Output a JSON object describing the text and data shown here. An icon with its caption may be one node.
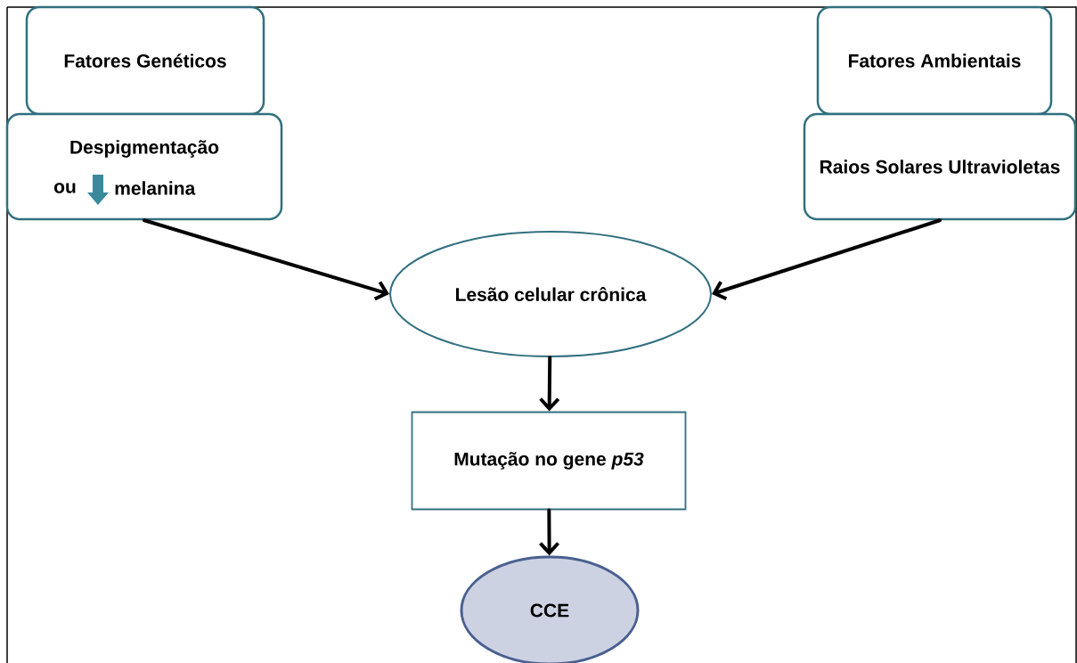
{
  "diagram": {
    "nodes": [
      {
        "text": [
          "Fatores Genéticos"
        ]
      },
      {
        "text": [
          "Despigmentação",
          "ou",
          "melanina"
        ]
      },
      {
        "text": [
          "Fatores Ambientais"
        ]
      },
      {
        "text": [
          "Raios Solares Ultravioletas"
        ]
      },
      {
        "text": [
          "Lesão celular crônica"
        ]
      },
      {
        "text": [
          "Mutação no gene *p53*"
        ]
      },
      {
        "text": [
          "CCE"
        ]
      }
    ],
    "edges": [
      {
        "from": 1,
        "to": 4,
        "arrow": "to"
      },
      {
        "from": 3,
        "to": 4,
        "arrow": "to"
      },
      {
        "from": 4,
        "to": 5,
        "arrow": "to"
      },
      {
        "from": 5,
        "to": 6,
        "arrow": "to"
      }
    ]
  }
}
